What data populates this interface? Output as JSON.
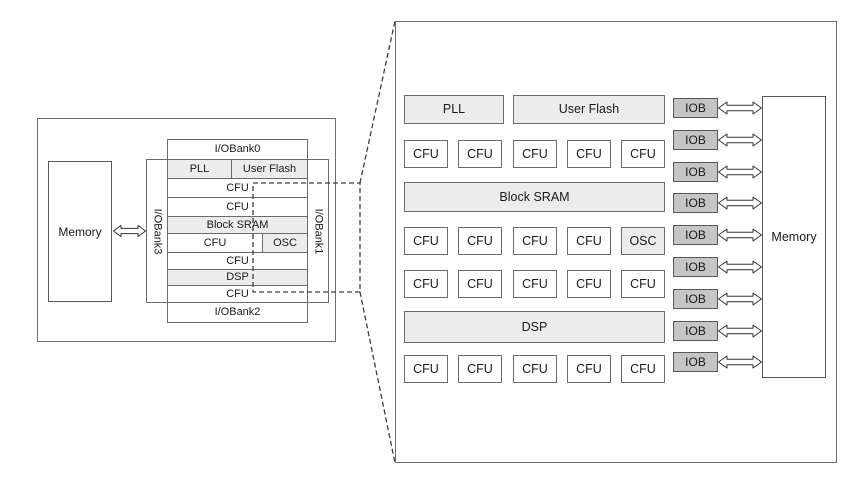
{
  "colors": {
    "shaded_block_fill": "#ececec",
    "iob_fill": "#c5c5c5",
    "box_border": "#6b6b6b",
    "outer_border": "#6e6e6e",
    "dashed_line": "#3d3d3d",
    "arrow_outline": "#333333",
    "text": "#1a1a1a"
  },
  "overview": {
    "memory_label": "Memory",
    "bank_top": "I/OBank0",
    "bank_right": "I/OBank1",
    "bank_bottom": "I/OBank2",
    "bank_left": "I/OBank3",
    "rows": [
      {
        "cells": [
          "PLL",
          "User Flash"
        ]
      },
      {
        "cells": [
          "CFU"
        ]
      },
      {
        "cells": [
          "CFU"
        ]
      },
      {
        "cells": [
          "Block SRAM"
        ]
      },
      {
        "cells": [
          "CFU",
          "OSC"
        ]
      },
      {
        "cells": [
          "CFU"
        ]
      },
      {
        "cells": [
          "DSP"
        ]
      },
      {
        "cells": [
          "CFU"
        ]
      }
    ]
  },
  "detail": {
    "pll_label": "PLL",
    "user_flash_label": "User Flash",
    "block_sram_label": "Block SRAM",
    "dsp_label": "DSP",
    "memory_label": "Memory",
    "cfu_rows": [
      [
        "CFU",
        "CFU",
        "CFU",
        "CFU",
        "CFU"
      ],
      [
        "CFU",
        "CFU",
        "CFU",
        "CFU",
        "OSC"
      ],
      [
        "CFU",
        "CFU",
        "CFU",
        "CFU",
        "CFU"
      ],
      [
        "CFU",
        "CFU",
        "CFU",
        "CFU",
        "CFU"
      ]
    ],
    "iob_labels": [
      "IOB",
      "IOB",
      "IOB",
      "IOB",
      "IOB",
      "IOB",
      "IOB",
      "IOB",
      "IOB"
    ]
  }
}
